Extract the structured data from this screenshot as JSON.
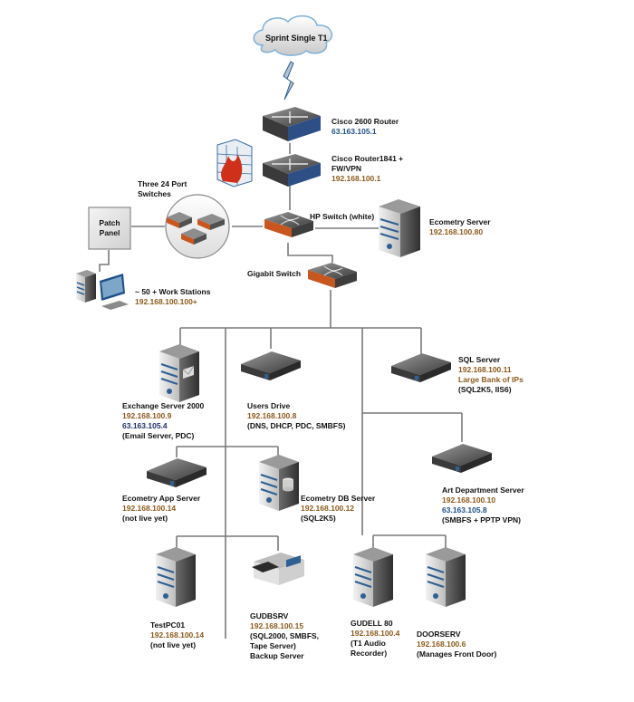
{
  "colors": {
    "line": "#7a7a7a",
    "private_ip": "#8a5a1c",
    "public_ip": "#1e4f8a",
    "server_stripe": "#2f5f93",
    "switch_edge": "#c8561f",
    "router_edge": "#2d4f86",
    "cloud_stroke": "#7fb0d8"
  },
  "cloud": {
    "label": "Sprint Single T1",
    "icon": "cloud-icon"
  },
  "link_icon": "lightning-bolt-icon",
  "nodes": {
    "cisco2600": {
      "name": "Cisco 2600 Router",
      "ip": "63.163.105.1",
      "icon": "router-icon"
    },
    "cisco1841": {
      "name1": "Cisco Router1841 +",
      "name2": "FW/VPN",
      "ip": "192.168.100.1",
      "icon": "router-icon",
      "extra_icon": "firewall-icon"
    },
    "three_switches": {
      "name1": "Three 24 Port",
      "name2": "Switches",
      "icon": "switch-group-icon"
    },
    "patch_panel": {
      "name1": "Patch",
      "name2": "Panel"
    },
    "hp_switch": {
      "name": "HP Switch (white)",
      "icon": "switch-icon"
    },
    "ecometry_server": {
      "name": "Ecometry Server",
      "ip": "192.168.100.80",
      "icon": "tower-server-icon"
    },
    "gigabit_switch": {
      "name": "Gigabit Switch",
      "icon": "switch-icon"
    },
    "workstations": {
      "name": "~ 50 + Work Stations",
      "ip": "192.168.100.100+",
      "icon": "workstation-icon"
    },
    "exchange": {
      "name": "Exchange Server 2000",
      "ip": "192.168.100.9",
      "public_ip": "63.163.105.4",
      "note": "(Email Server, PDC)",
      "icon": "mail-server-icon"
    },
    "users_drive": {
      "name": "Users Drive",
      "ip": "192.168.100.8",
      "note": "(DNS, DHCP, PDC, SMBFS)",
      "icon": "rack-server-icon"
    },
    "sql_server": {
      "name": "SQL Server",
      "ip": "192.168.100.11",
      "ip_note": "Large Bank of IPs",
      "note": "(SQL2K5, IIS6)",
      "icon": "rack-server-icon"
    },
    "ecometry_app": {
      "name": "Ecometry App Server",
      "ip": "192.168.100.14",
      "note": "(not live yet)",
      "icon": "rack-server-icon"
    },
    "ecometry_db": {
      "name": "Ecometry DB Server",
      "ip": "192.168.100.12",
      "note": "(SQL2K5)",
      "icon": "database-server-icon"
    },
    "art_dept": {
      "name": "Art Department Server",
      "ip": "192.168.100.10",
      "public_ip": "63.163.105.8",
      "note": "(SMBFS + PPTP VPN)",
      "icon": "rack-server-icon"
    },
    "testpc01": {
      "name": "TestPC01",
      "ip": "192.168.100.14",
      "note": "(not live yet)",
      "icon": "tower-server-icon"
    },
    "gudbsrv": {
      "name": "GUDBSRV",
      "ip": "192.168.100.15",
      "note1": "(SQL2000, SMBFS,",
      "note2": "Tape Server)",
      "note3": "Backup Server",
      "icon": "tape-drive-icon"
    },
    "gudell80": {
      "name": "GUDELL 80",
      "ip": "192.168.100.4",
      "note1": "(T1 Audio",
      "note2": "Recorder)",
      "icon": "tower-server-icon"
    },
    "doorserv": {
      "name": "DOORSERV",
      "ip": "192.168.100.6",
      "note": "(Manages Front Door)",
      "icon": "tower-server-icon"
    }
  }
}
